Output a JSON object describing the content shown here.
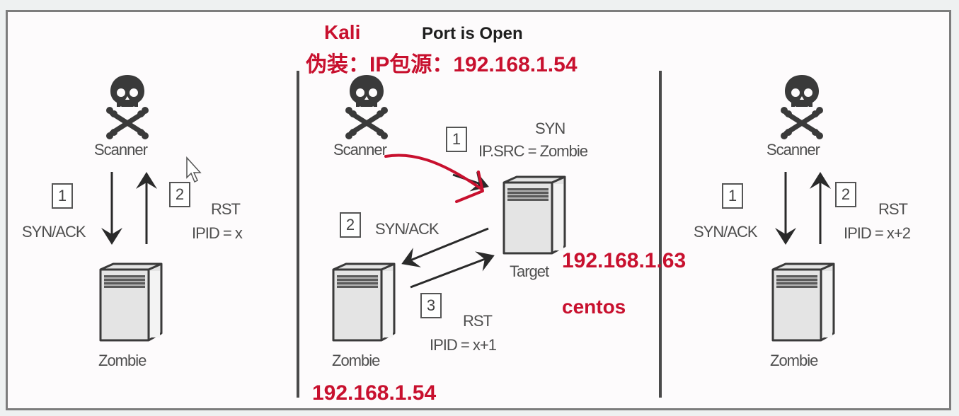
{
  "diagram": {
    "title": "Port is Open",
    "annotations": {
      "kali_label": "Kali",
      "spoof_label": "伪装：IP包源：192.168.1.54",
      "target_ip": "192.168.1.63",
      "target_os": "centos",
      "zombie_ip": "192.168.1.54"
    },
    "panels": [
      {
        "id": "left",
        "scanner_label": "Scanner",
        "zombie_label": "Zombie",
        "steps": [
          {
            "number": "1",
            "text": "SYN/ACK",
            "direction": "scanner-to-zombie"
          },
          {
            "number": "2",
            "text_line1": "RST",
            "text_line2": "IPID = x",
            "direction": "zombie-to-scanner"
          }
        ]
      },
      {
        "id": "middle",
        "scanner_label": "Scanner",
        "zombie_label": "Zombie",
        "target_label": "Target",
        "steps": [
          {
            "number": "1",
            "text_line1": "SYN",
            "text_line2": "IP.SRC = Zombie",
            "direction": "scanner-to-target"
          },
          {
            "number": "2",
            "text": "SYN/ACK",
            "direction": "target-to-zombie"
          },
          {
            "number": "3",
            "text_line1": "RST",
            "text_line2": "IPID = x+1",
            "direction": "zombie-to-target"
          }
        ]
      },
      {
        "id": "right",
        "scanner_label": "Scanner",
        "zombie_label": "Zombie",
        "steps": [
          {
            "number": "1",
            "text": "SYN/ACK",
            "direction": "scanner-to-zombie"
          },
          {
            "number": "2",
            "text_line1": "RST",
            "text_line2": "IPID = x+2",
            "direction": "zombie-to-scanner"
          }
        ]
      }
    ],
    "colors": {
      "annotation_red": "#c8102e",
      "diagram_gray": "#4e4e4e"
    }
  }
}
